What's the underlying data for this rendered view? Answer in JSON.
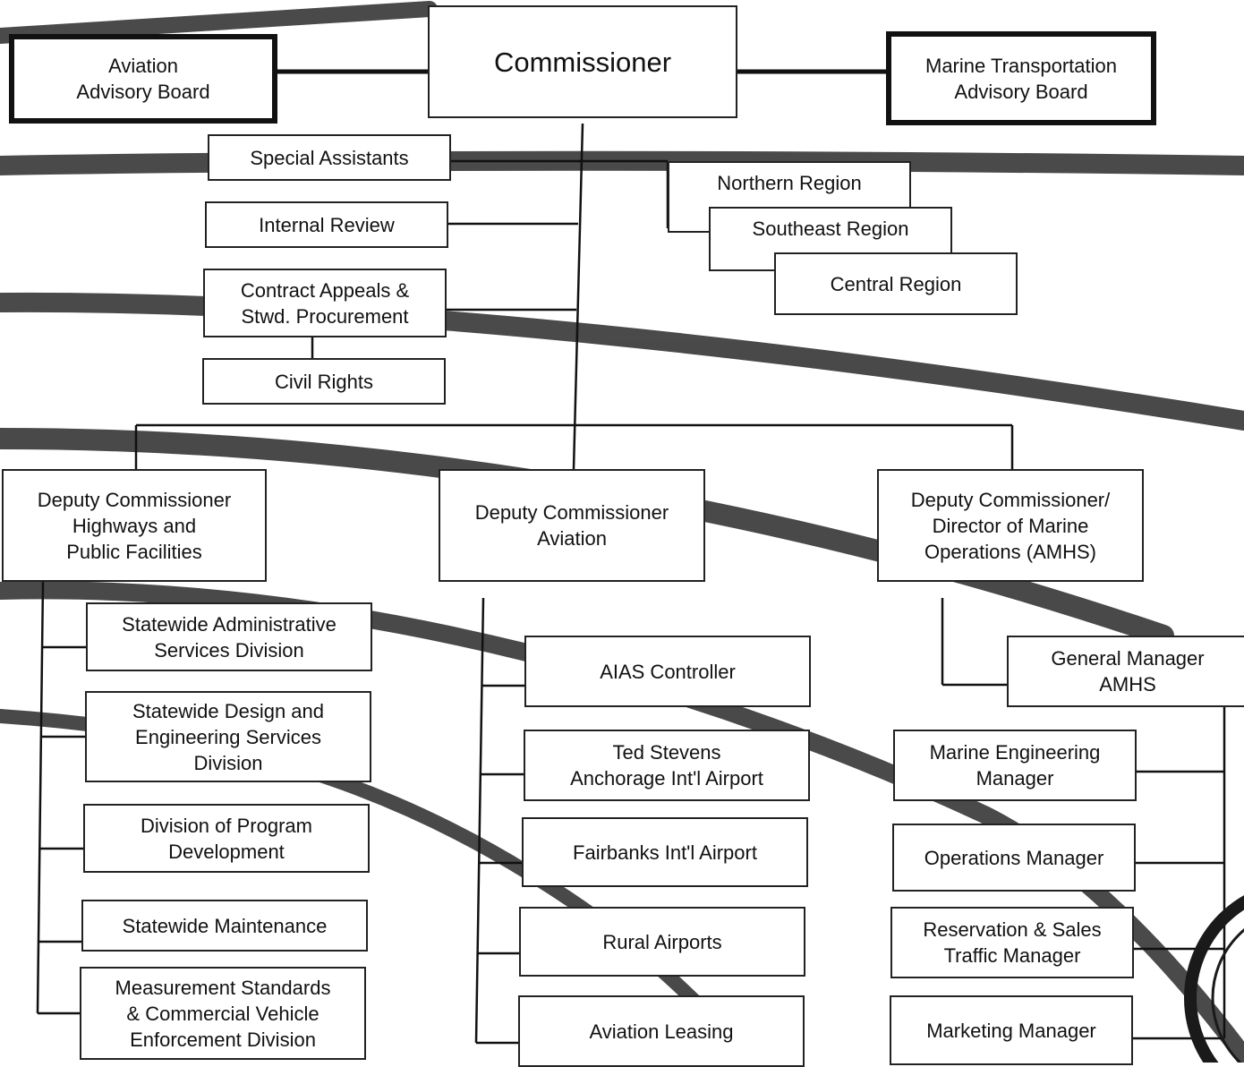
{
  "nodes": {
    "commissioner": "Commissioner",
    "aviation_board": "Aviation\nAdvisory Board",
    "marine_board": "Marine Transportation\nAdvisory Board",
    "special_assistants": "Special Assistants",
    "internal_review": "Internal Review",
    "contract_appeals": "Contract Appeals &\nStwd. Procurement",
    "civil_rights": "Civil Rights",
    "northern_region": "Northern Region",
    "southeast_region": "Southeast Region",
    "central_region": "Central Region",
    "deputy_highways": "Deputy Commissioner\nHighways and\nPublic Facilities",
    "deputy_aviation": "Deputy Commissioner\nAviation",
    "deputy_marine": "Deputy Commissioner/\nDirector of Marine\nOperations (AMHS)",
    "admin_services": "Statewide Administrative\nServices Division",
    "design_engineering": "Statewide Design and\nEngineering Services\nDivision",
    "program_development": "Division of Program\nDevelopment",
    "statewide_maintenance": "Statewide Maintenance",
    "measurement_standards": "Measurement Standards\n& Commercial Vehicle\nEnforcement Division",
    "aias_controller": "AIAS Controller",
    "ted_stevens": "Ted Stevens\nAnchorage Int'l Airport",
    "fairbanks": "Fairbanks Int'l Airport",
    "rural_airports": "Rural Airports",
    "aviation_leasing": "Aviation Leasing",
    "general_manager": "General Manager\nAMHS",
    "marine_engineering": "Marine Engineering\nManager",
    "operations_manager": "Operations Manager",
    "reservation_sales": "Reservation & Sales\nTraffic Manager",
    "marketing_manager": "Marketing Manager"
  },
  "colors": {
    "line": "#111111",
    "streak": "#2a2a2a",
    "seal": "#1a1a1a"
  }
}
